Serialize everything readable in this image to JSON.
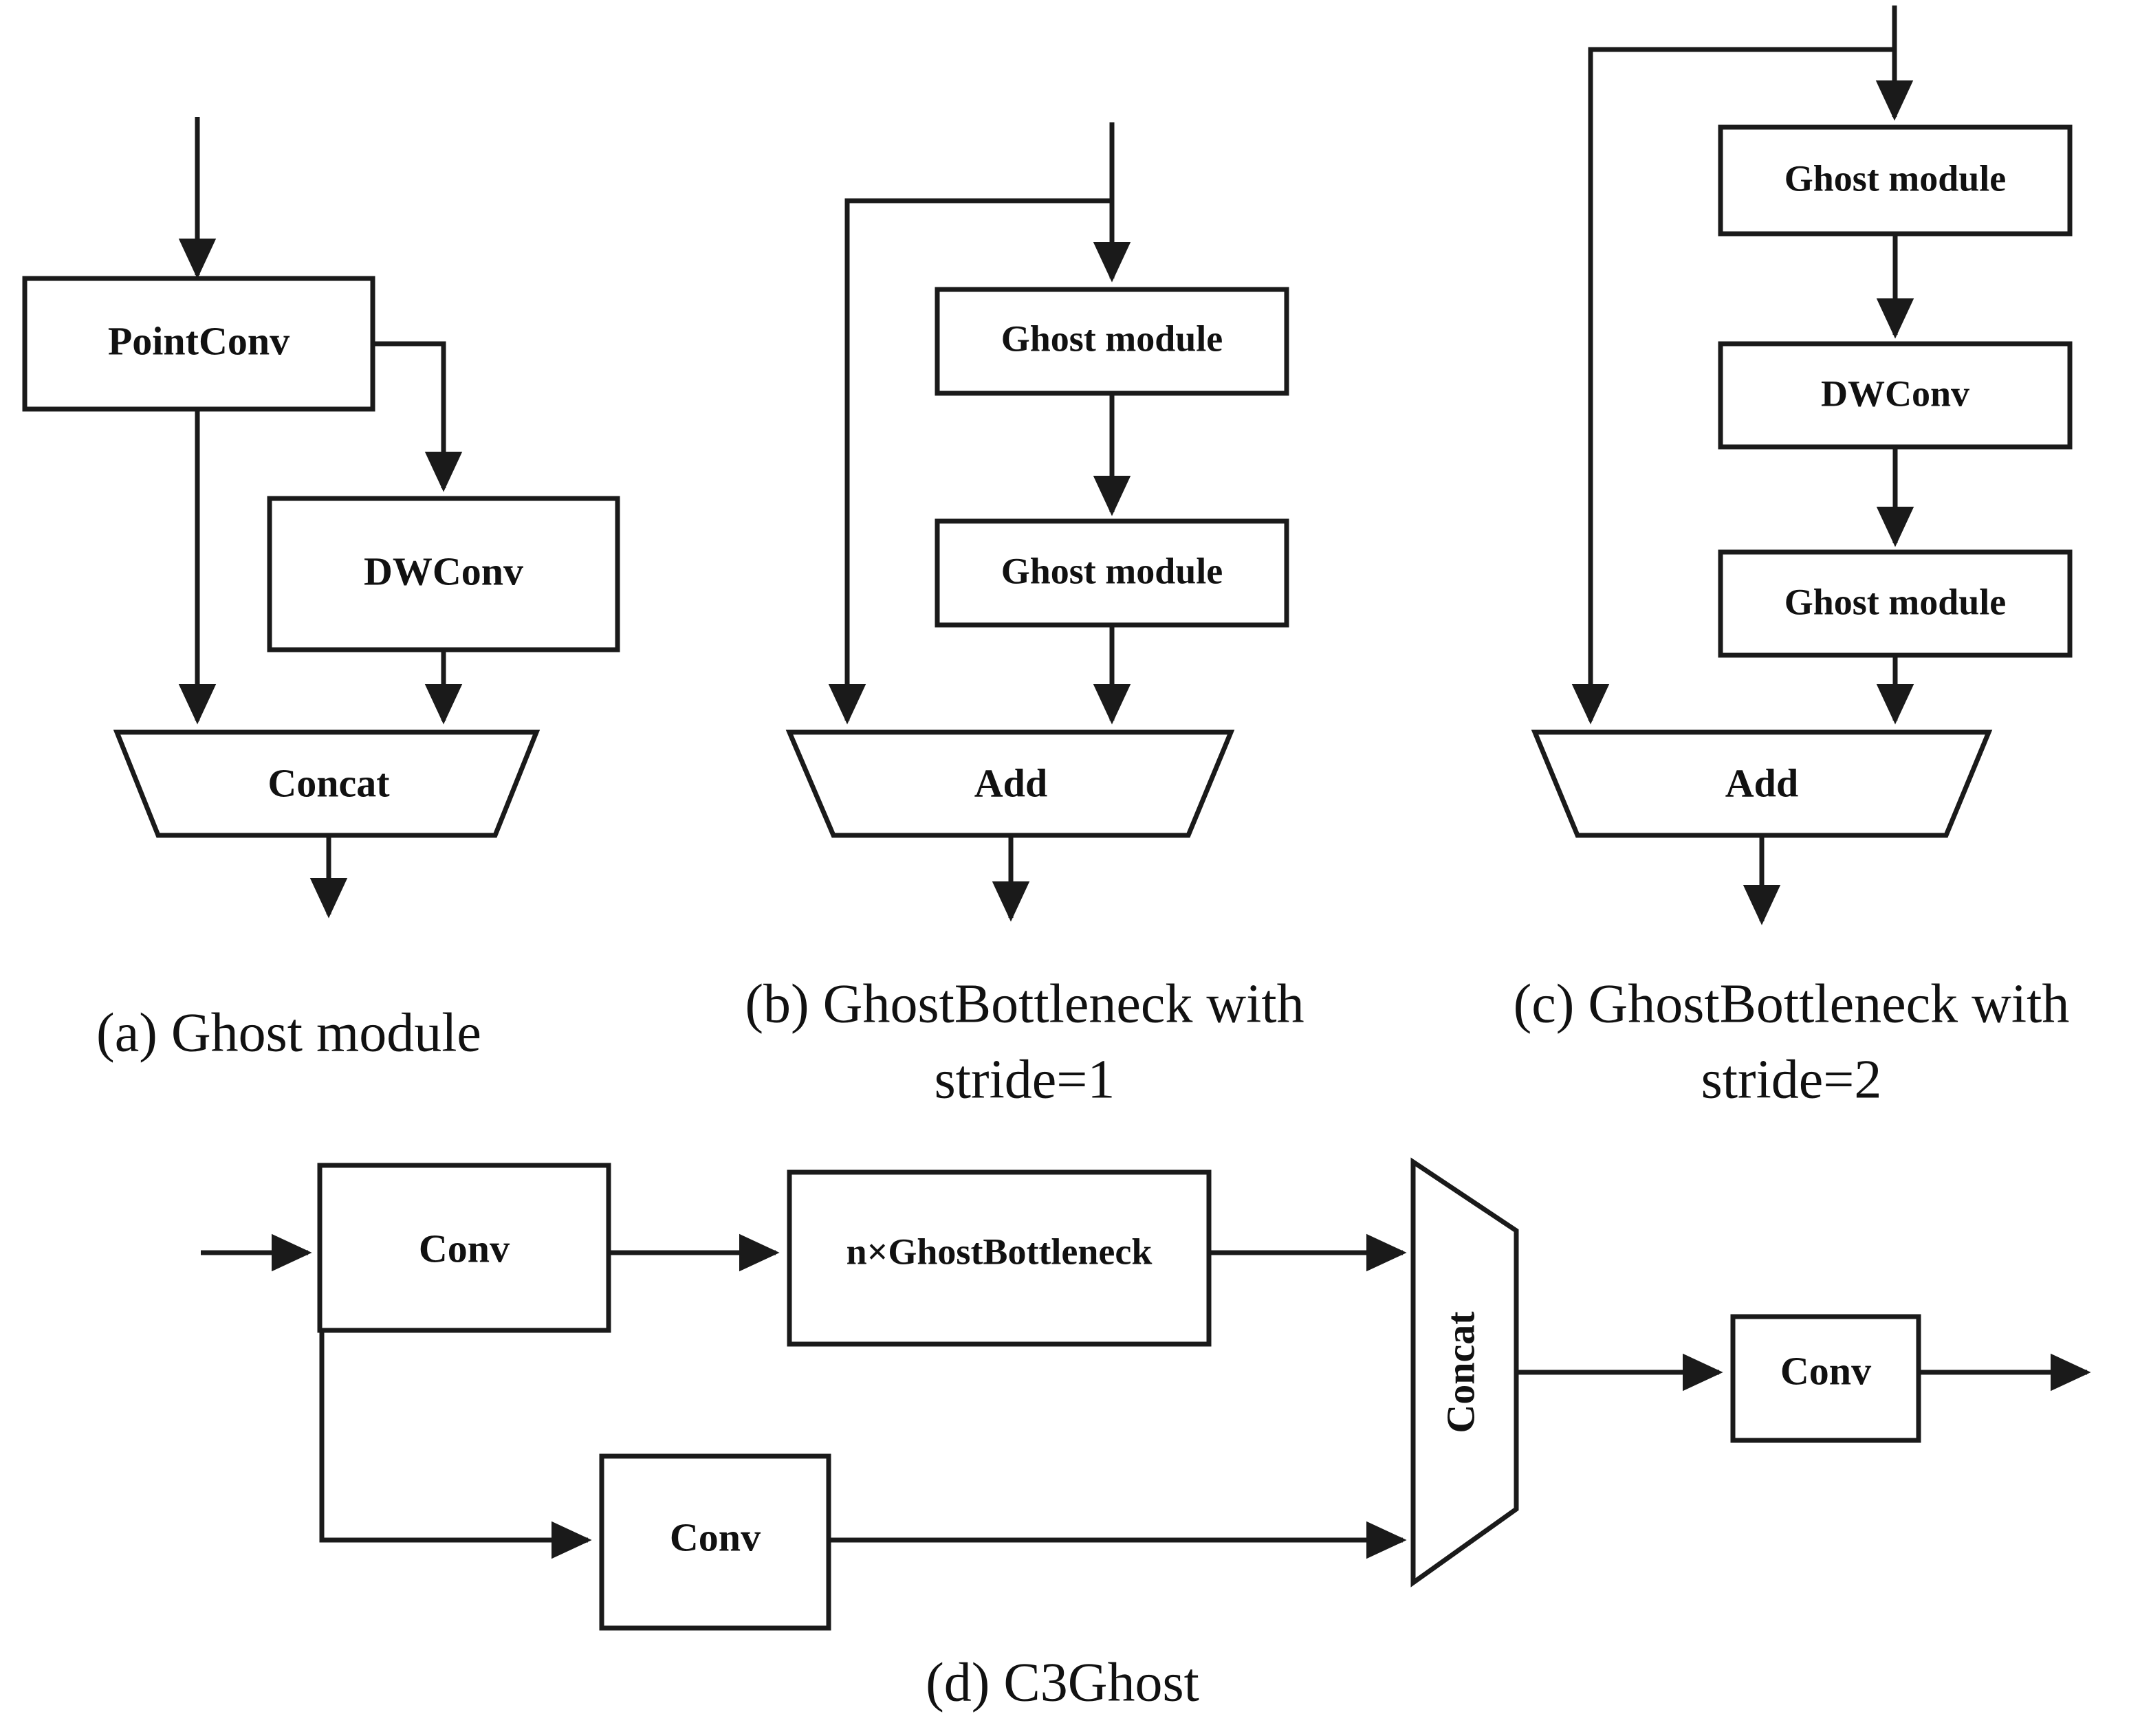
{
  "figure": {
    "title": "Ghost module and GhostBottleneck architecture diagram",
    "background_color": "#ffffff",
    "line_color": "#1a1a1a",
    "text_color": "#111111"
  },
  "panel_a": {
    "caption": "(a) Ghost module",
    "nodes": {
      "pointconv": "PointConv",
      "dwconv": "DWConv",
      "concat": "Concat"
    }
  },
  "panel_b": {
    "caption_line1": "(b) GhostBottleneck with",
    "caption_line2": "stride=1",
    "nodes": {
      "ghost1": "Ghost module",
      "ghost2": "Ghost module",
      "add": "Add"
    }
  },
  "panel_c": {
    "caption_line1": "(c) GhostBottleneck with",
    "caption_line2": "stride=2",
    "nodes": {
      "ghost1": "Ghost module",
      "dwconv": "DWConv",
      "ghost2": "Ghost module",
      "add": "Add"
    }
  },
  "panel_d": {
    "caption": "(d) C3Ghost",
    "nodes": {
      "conv_top": "Conv",
      "ghostbottleneck": "n×GhostBottleneck",
      "conv_bottom": "Conv",
      "concat": "Concat",
      "conv_out": "Conv"
    }
  }
}
